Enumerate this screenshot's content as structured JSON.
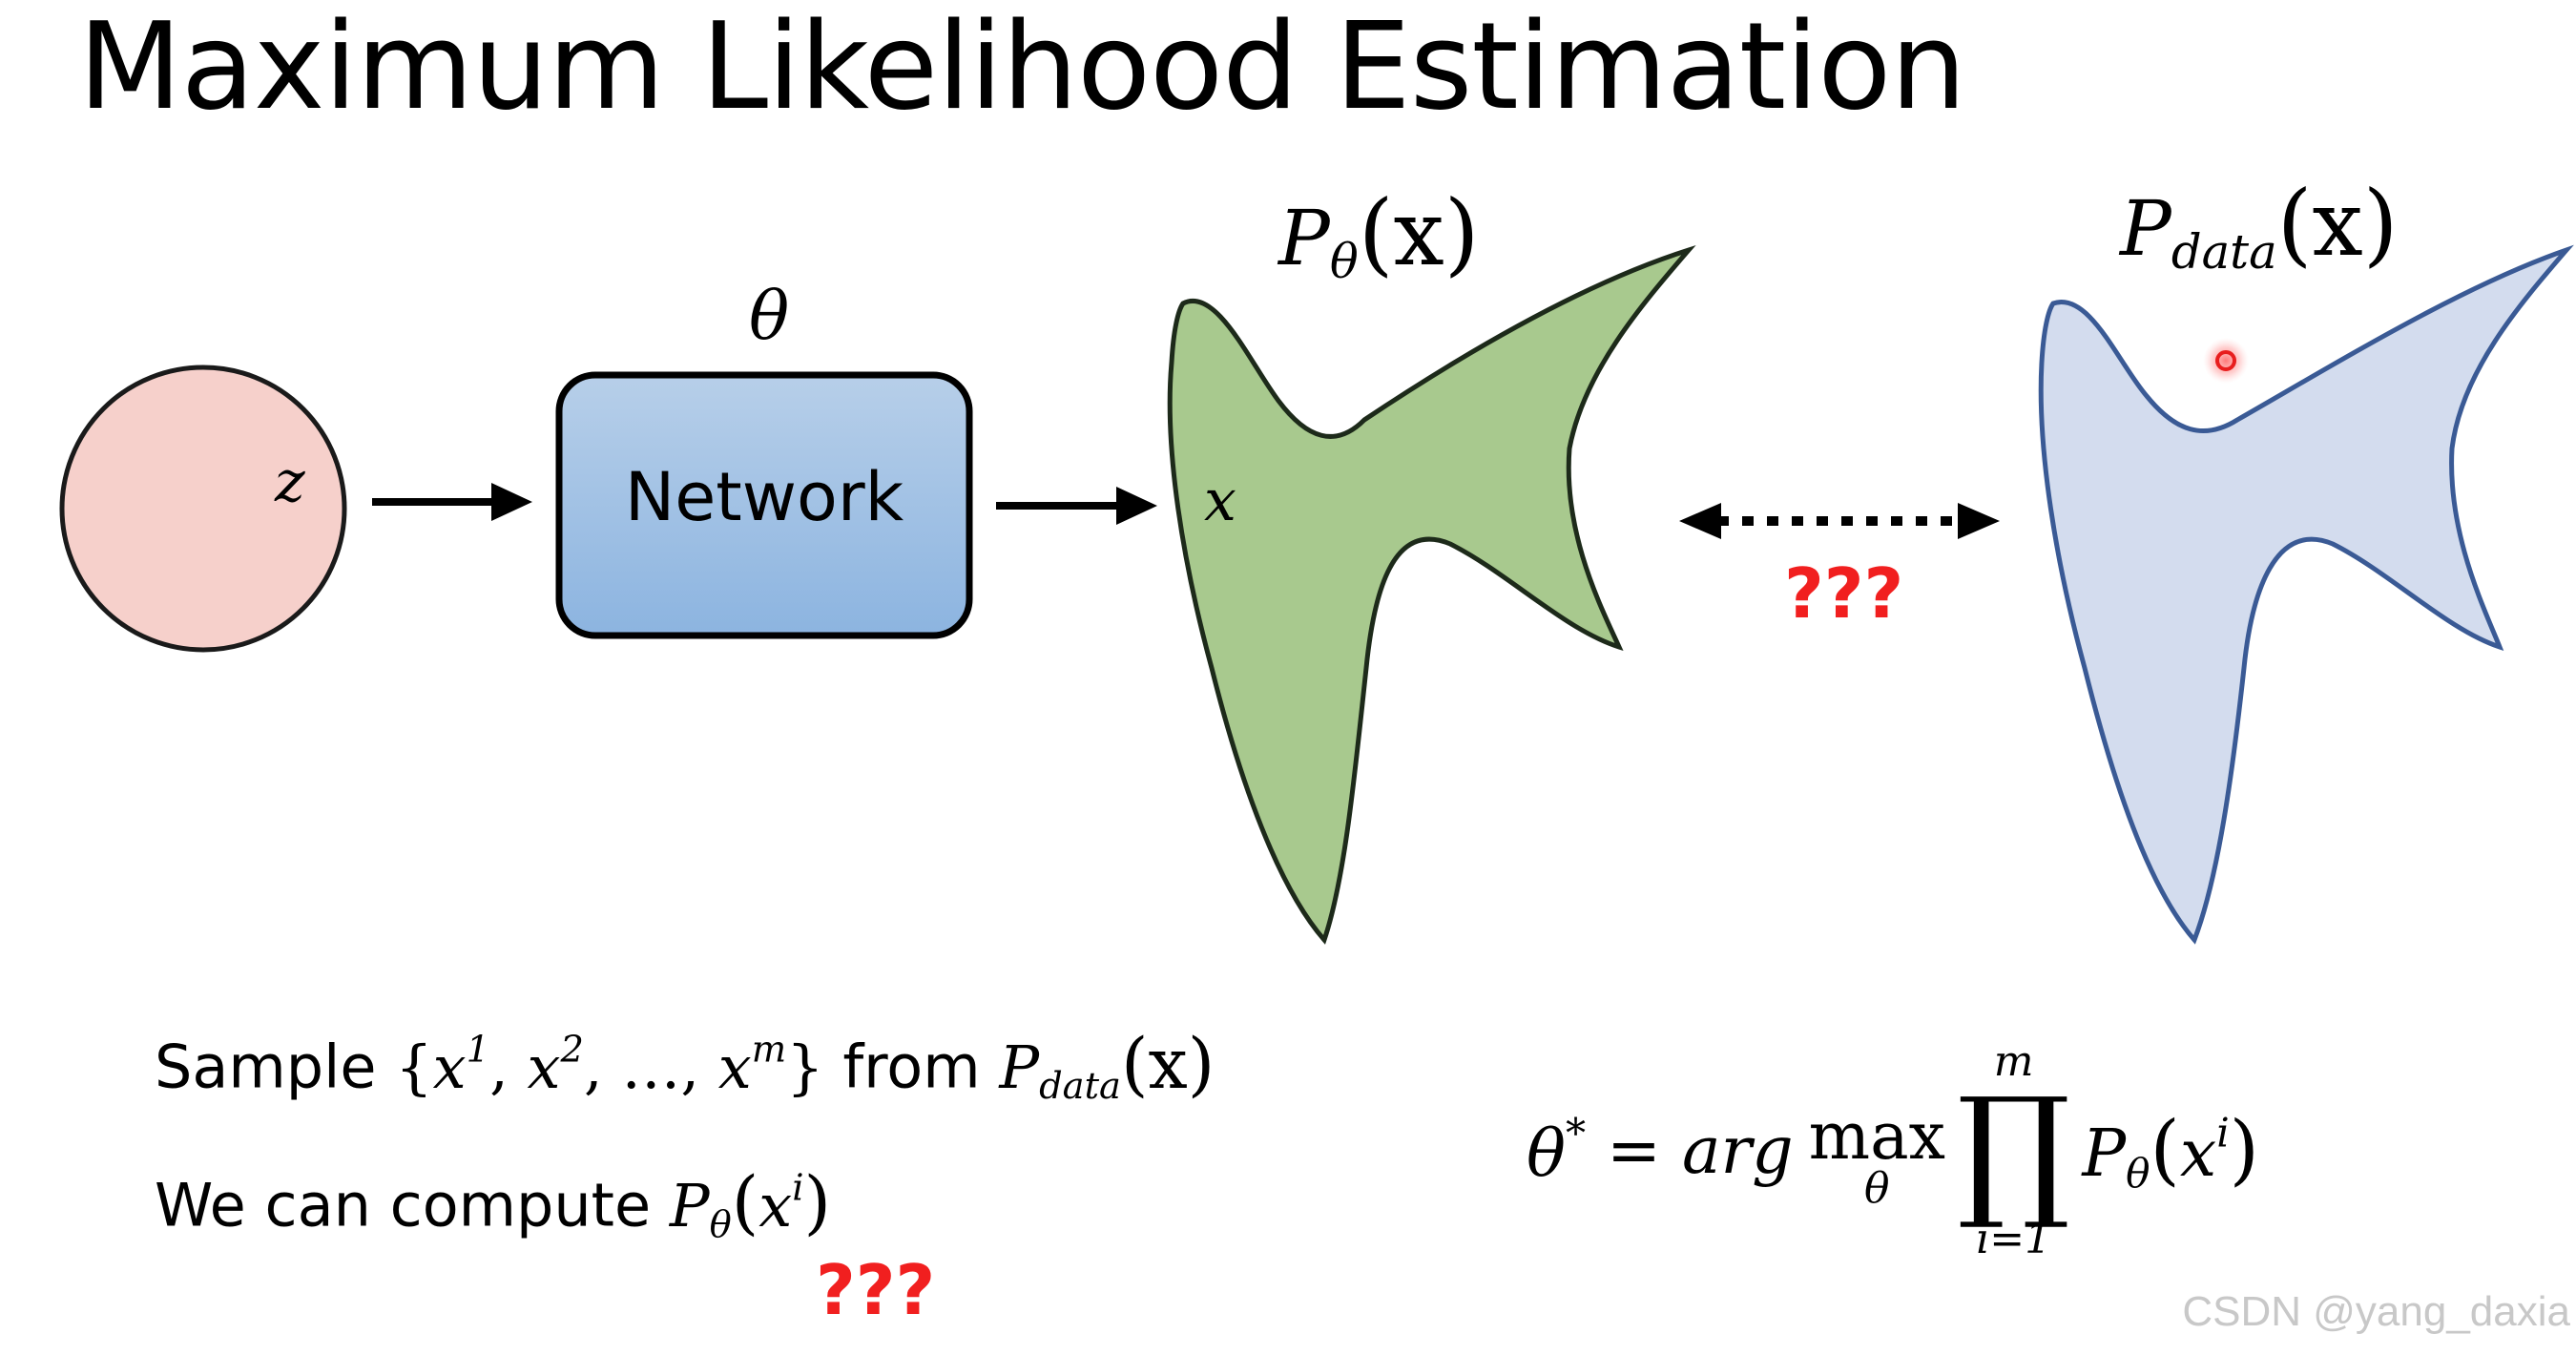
{
  "title": "Maximum Likelihood Estimation",
  "diagram": {
    "latent_label": "z",
    "network_label": "Network",
    "theta_label": "θ",
    "model_dist": {
      "symbol": "P",
      "subscript": "θ",
      "arg": "(x)"
    },
    "data_dist": {
      "symbol": "P",
      "subscript": "data",
      "arg": "(x)"
    },
    "sample_label": "x",
    "compare_label": "???",
    "colors": {
      "latent_fill": "#f6d0cb",
      "network_fill_top": "#b7cfe9",
      "network_fill_bottom": "#8cb4e0",
      "model_fill": "#a8c98e",
      "data_fill": "#d3dcee",
      "data_stroke": "#3a5a95",
      "question_red": "#f11f1f",
      "sample_dot": "#ee2a2a"
    }
  },
  "sample_line": {
    "prefix": "Sample",
    "set": [
      "x",
      "1",
      "x",
      "2",
      "…",
      "x",
      "m"
    ],
    "suffix": "from",
    "dist": {
      "symbol": "P",
      "subscript": "data",
      "arg": "(x)"
    }
  },
  "compute_line": {
    "prefix": "We can compute",
    "expr": {
      "symbol": "P",
      "subscript": "θ",
      "arg_base": "x",
      "arg_sup": "i"
    },
    "question": "???"
  },
  "formula": {
    "lhs": "θ",
    "lhs_sup": "*",
    "eq": "=",
    "argmax": "arg",
    "max": "max",
    "max_sub": "θ",
    "prod_top": "m",
    "prod_bottom": "i=1",
    "prod_symbol": "∏",
    "term": {
      "symbol": "P",
      "subscript": "θ",
      "arg_base": "x",
      "arg_sup": "i"
    }
  },
  "watermark": "CSDN @yang_daxia"
}
